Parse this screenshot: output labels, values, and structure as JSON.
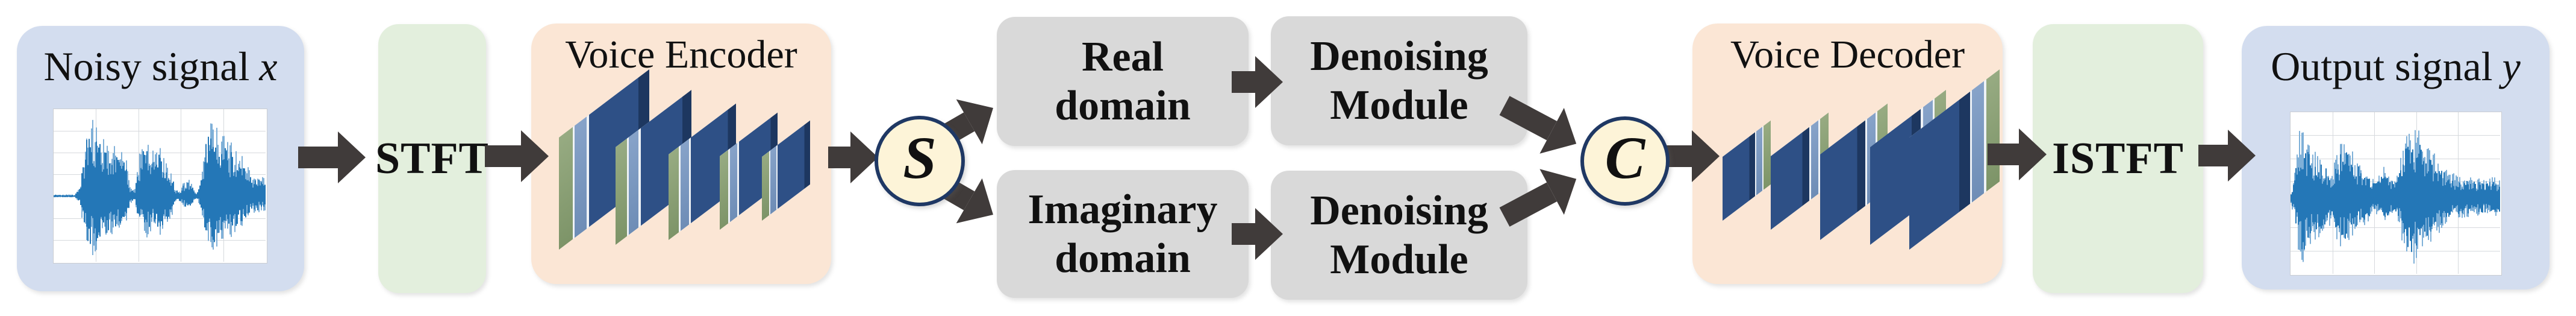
{
  "nodes": {
    "noisy": {
      "label": "Noisy signal",
      "var": "x"
    },
    "stft": {
      "label": "STFT"
    },
    "encoder": {
      "label": "Voice Encoder",
      "layer_count": 5
    },
    "split": {
      "label": "S"
    },
    "real": {
      "line1": "Real",
      "line2": "domain"
    },
    "imaginary": {
      "line1": "Imaginary",
      "line2": "domain"
    },
    "denoise_top": {
      "line1": "Denoising",
      "line2": "Module"
    },
    "denoise_bottom": {
      "line1": "Denoising",
      "line2": "Module"
    },
    "concat": {
      "label": "C"
    },
    "decoder": {
      "label": "Voice Decoder",
      "layer_count": 5
    },
    "istft": {
      "label": "ISTFT"
    },
    "output": {
      "label": "Output signal",
      "var": "y"
    }
  },
  "colors": {
    "signal_box": "#d3ddef",
    "transform_box": "#e3efdd",
    "codec_box": "#fbe6d5",
    "domain_box": "#d9d9d9",
    "junction_fill": "#fdf4d8",
    "junction_border": "#1f3864",
    "arrow": "#403b3a",
    "waveform_dark": "#2477b7",
    "waveform_light": "#7fb0d8",
    "slab_navy": "#2e5086",
    "slab_steel": "#7f9cc4",
    "slab_green": "#8da379"
  },
  "waveforms": {
    "noisy": {
      "icon": "noisy-speech-waveform",
      "midline": 0.57,
      "cols": 5,
      "rows": 7,
      "envelope": [
        [
          0,
          0.02
        ],
        [
          0.1,
          0.02
        ],
        [
          0.12,
          0.1
        ],
        [
          0.145,
          0.55
        ],
        [
          0.16,
          0.92
        ],
        [
          0.19,
          0.96
        ],
        [
          0.23,
          0.8
        ],
        [
          0.27,
          0.62
        ],
        [
          0.31,
          0.56
        ],
        [
          0.345,
          0.45
        ],
        [
          0.36,
          0.12
        ],
        [
          0.385,
          0.1
        ],
        [
          0.4,
          0.45
        ],
        [
          0.43,
          0.72
        ],
        [
          0.46,
          0.55
        ],
        [
          0.5,
          0.62
        ],
        [
          0.53,
          0.48
        ],
        [
          0.56,
          0.3
        ],
        [
          0.575,
          0.08
        ],
        [
          0.6,
          0.1
        ],
        [
          0.625,
          0.22
        ],
        [
          0.65,
          0.18
        ],
        [
          0.665,
          0.06
        ],
        [
          0.68,
          0.06
        ],
        [
          0.7,
          0.3
        ],
        [
          0.72,
          0.86
        ],
        [
          0.75,
          0.96
        ],
        [
          0.78,
          0.76
        ],
        [
          0.82,
          0.7
        ],
        [
          0.86,
          0.58
        ],
        [
          0.9,
          0.45
        ],
        [
          0.93,
          0.28
        ],
        [
          0.97,
          0.27
        ],
        [
          1.0,
          0.22
        ]
      ]
    },
    "output": {
      "icon": "denoised-speech-waveform",
      "midline": 0.53,
      "cols": 5,
      "rows": 7,
      "envelope": [
        [
          0,
          0.05
        ],
        [
          0.02,
          0.3
        ],
        [
          0.04,
          0.78
        ],
        [
          0.06,
          0.92
        ],
        [
          0.09,
          0.65
        ],
        [
          0.12,
          0.6
        ],
        [
          0.15,
          0.5
        ],
        [
          0.18,
          0.42
        ],
        [
          0.2,
          0.3
        ],
        [
          0.22,
          0.56
        ],
        [
          0.25,
          0.72
        ],
        [
          0.28,
          0.62
        ],
        [
          0.31,
          0.52
        ],
        [
          0.34,
          0.4
        ],
        [
          0.37,
          0.35
        ],
        [
          0.4,
          0.22
        ],
        [
          0.43,
          0.28
        ],
        [
          0.45,
          0.42
        ],
        [
          0.47,
          0.28
        ],
        [
          0.5,
          0.2
        ],
        [
          0.52,
          0.38
        ],
        [
          0.54,
          0.72
        ],
        [
          0.57,
          0.96
        ],
        [
          0.6,
          0.86
        ],
        [
          0.63,
          0.72
        ],
        [
          0.66,
          0.62
        ],
        [
          0.69,
          0.55
        ],
        [
          0.72,
          0.45
        ],
        [
          0.75,
          0.32
        ],
        [
          0.8,
          0.28
        ],
        [
          0.85,
          0.26
        ],
        [
          0.9,
          0.24
        ],
        [
          0.95,
          0.25
        ],
        [
          1.0,
          0.24
        ]
      ]
    }
  }
}
